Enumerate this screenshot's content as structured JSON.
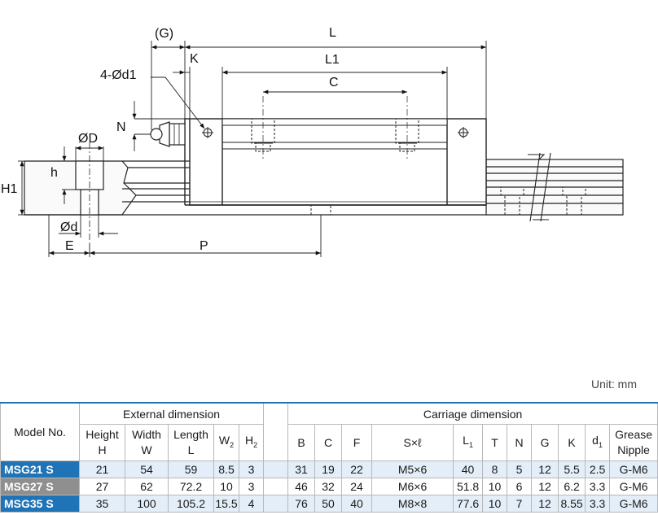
{
  "drawing": {
    "labels": {
      "G": "(G)",
      "L": "L",
      "K": "K",
      "L1": "L1",
      "d1": "4-Ød1",
      "C": "C",
      "N": "N",
      "D": "ØD",
      "h": "h",
      "H1": "H1",
      "d": "Ød",
      "E": "E",
      "P": "P"
    }
  },
  "unit": "Unit: mm",
  "table": {
    "group_external": "External dimension",
    "group_carriage": "Carriage dimension",
    "model_header": "Model No.",
    "external_columns": [
      {
        "name": "Height",
        "sym": "H"
      },
      {
        "name": "Width",
        "sym": "W"
      },
      {
        "name": "Length",
        "sym": "L"
      },
      {
        "name": "",
        "sym": "W",
        "sub": "2"
      },
      {
        "name": "",
        "sym": "H",
        "sub": "2"
      }
    ],
    "carriage_columns": [
      {
        "sym": "B"
      },
      {
        "sym": "C"
      },
      {
        "sym": "F"
      },
      {
        "sym": "S×ℓ"
      },
      {
        "sym": "L",
        "sub": "1"
      },
      {
        "sym": "T"
      },
      {
        "sym": "N"
      },
      {
        "sym": "G"
      },
      {
        "sym": "K"
      },
      {
        "sym": "d",
        "sub": "1"
      }
    ],
    "grease_header": {
      "line1": "Grease",
      "line2": "Nipple"
    },
    "rows": [
      {
        "model": "MSG21 S",
        "values": [
          "21",
          "54",
          "59",
          "8.5",
          "3",
          "31",
          "19",
          "22",
          "M5×6",
          "40",
          "8",
          "5",
          "12",
          "5.5",
          "2.5",
          "G-M6"
        ]
      },
      {
        "model": "MSG27 S",
        "values": [
          "27",
          "62",
          "72.2",
          "10",
          "3",
          "46",
          "32",
          "24",
          "M6×6",
          "51.8",
          "10",
          "6",
          "12",
          "6.2",
          "3.3",
          "G-M6"
        ]
      },
      {
        "model": "MSG35 S",
        "values": [
          "35",
          "100",
          "105.2",
          "15.5",
          "4",
          "76",
          "50",
          "40",
          "M8×8",
          "77.6",
          "10",
          "7",
          "12",
          "8.55",
          "3.3",
          "G-M6"
        ]
      }
    ]
  }
}
